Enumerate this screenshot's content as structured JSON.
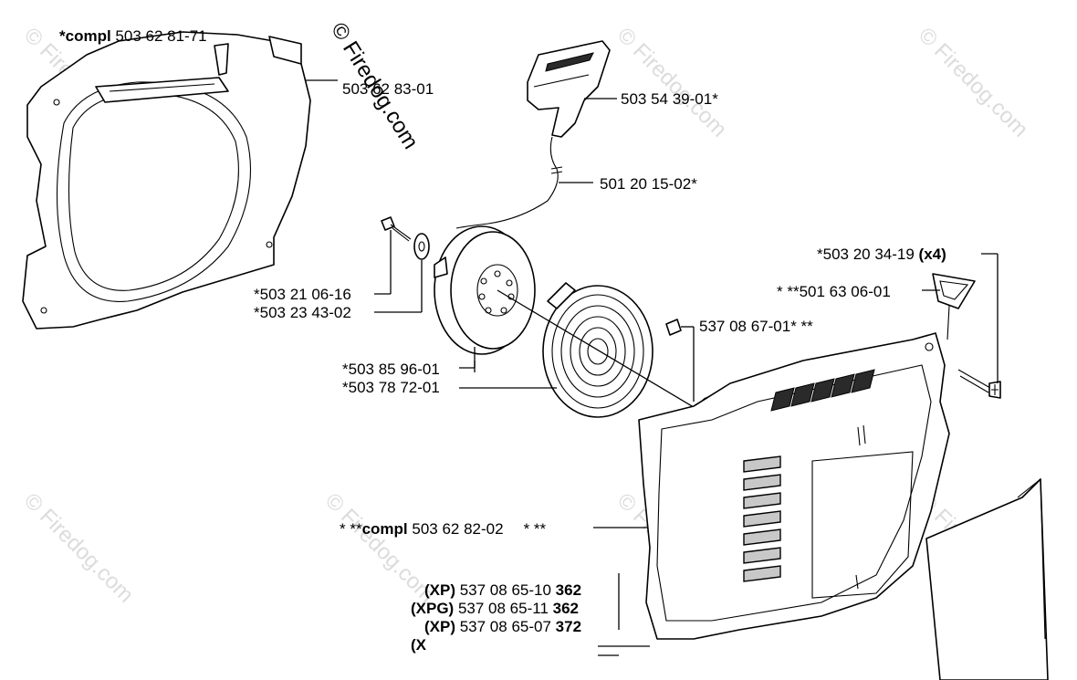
{
  "watermarks": {
    "main": "© Firedog.com",
    "faint": "© Firedog.com"
  },
  "labels": {
    "top_left": {
      "bold": "*compl",
      "text": " 503 62 81-71"
    },
    "cover_left": "503 62 83-01",
    "handle": "503 54 39-01*",
    "rope": "501 20 15-02*",
    "screw_x4": {
      "text": "*503 20 34-19 ",
      "bold": "(x4)"
    },
    "bushing": "* **501 63 06-01",
    "bolt": "*503 21 06-16",
    "washer": "*503 23 43-02",
    "nut": "537 08 67-01* **",
    "pulley": "*503 85 96-01",
    "spring": "*503 78 72-01",
    "housing": {
      "prefix": "* **",
      "bold": "compl",
      "text": " 503 62 82-02",
      "suffix": "* **"
    },
    "variants": [
      {
        "bold1": "(XP)",
        "text": " 537 08 65-10 ",
        "bold2": "362"
      },
      {
        "bold1": "(XPG)",
        "text": " 537 08 65-11 ",
        "bold2": "362"
      },
      {
        "bold1": "(XP)",
        "text": " 537 08 65-07 ",
        "bold2": "372"
      },
      {
        "bold1": "(X",
        "text": "",
        "bold2": ""
      }
    ]
  }
}
